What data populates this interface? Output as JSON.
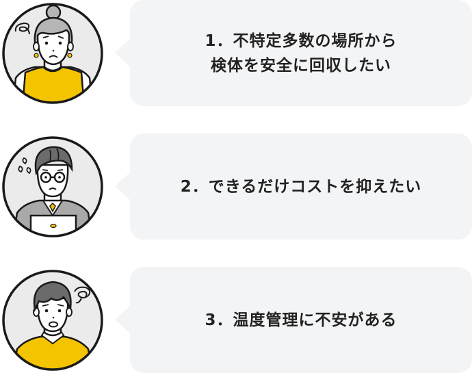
{
  "colors": {
    "bubble_bg": "#f3f4f6",
    "avatar_bg": "#ebebeb",
    "accent_yellow": "#f5c400",
    "outline": "#1a1a1a",
    "text": "#222222"
  },
  "concerns": [
    {
      "avatar": "worried-woman-icon",
      "lines": [
        "1．不特定多数の場所から",
        "検体を安全に回収したい"
      ]
    },
    {
      "avatar": "sweating-businessman-with-laptop-icon",
      "lines": [
        "2．できるだけコストを抑えたい"
      ]
    },
    {
      "avatar": "confused-man-icon",
      "lines": [
        "3．温度管理に不安がある"
      ]
    }
  ]
}
